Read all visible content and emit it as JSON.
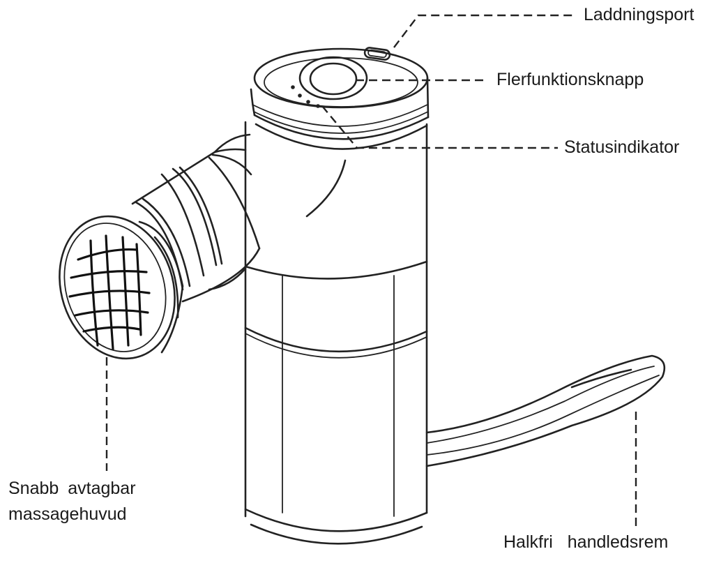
{
  "labels": {
    "charging_port": "Laddningsport",
    "multifunction_button": "Flerfunktionsknapp",
    "status_indicator": "Statusindikator",
    "massage_head_line1": "Snabb avtagbar",
    "massage_head_line2": "massagehuvud",
    "wrist_strap": "Halkfri handledsrem"
  }
}
